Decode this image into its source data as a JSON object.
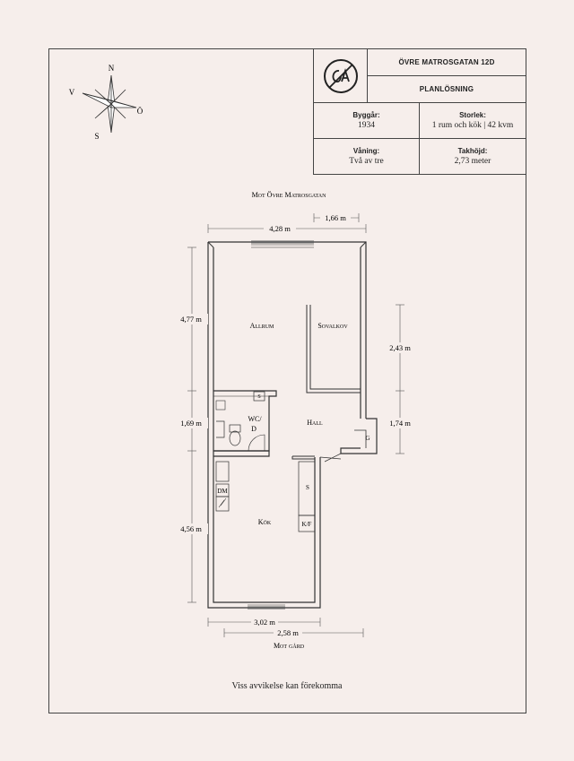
{
  "header": {
    "address": "ÖVRE MATROSGATAN 12D",
    "subtitle": "PLANLÖSNING",
    "logo_icon": "cafe-logo-icon"
  },
  "info": [
    {
      "label": "Byggår:",
      "value": "1934"
    },
    {
      "label": "Storlek:",
      "value": "1 rum och kök | 42 kvm"
    },
    {
      "label": "Våning:",
      "value": "Två av tre"
    },
    {
      "label": "Takhöjd:",
      "value": "2,73  meter"
    }
  ],
  "compass": {
    "n": "N",
    "s": "S",
    "v": "V",
    "o": "Ö"
  },
  "plan": {
    "top_street": "Mot Övre Matrosgatan",
    "bottom_label": "Mot gård",
    "rooms": {
      "allrum": "Allrum",
      "sovalkov": "Sovalkov",
      "hall": "Hall",
      "wc": "WC/",
      "wc2": "D",
      "kok": "Kök",
      "s1": "S",
      "s2": "S",
      "g": "G",
      "dm": "DM",
      "kf": "K/F"
    },
    "dims": {
      "top_width": "4,28 m",
      "top_window": "1,66 m",
      "left_top": "4,77 m",
      "left_mid": "1,69 m",
      "left_bottom": "4,56 m",
      "right_top": "2,43 m",
      "right_mid": "1,74 m",
      "bottom_width": "3,02 m",
      "bottom_right": "2,58 m"
    }
  },
  "footer": "Viss avvikelse kan förekomma"
}
